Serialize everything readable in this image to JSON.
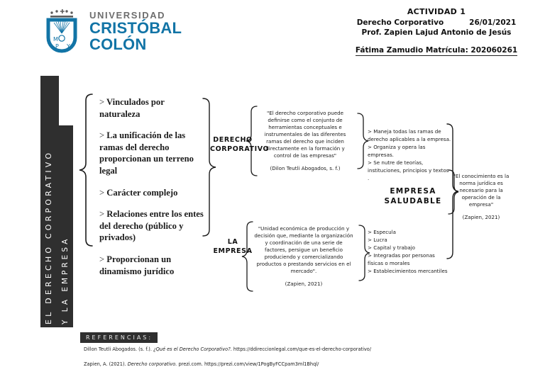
{
  "logo": {
    "line1": "UNIVERSIDAD",
    "line2": "CRISTÓBAL",
    "line3": "COLÓN",
    "mark_letters": [
      "M",
      "P",
      "Y"
    ],
    "brand_color": "#1274a6",
    "gray_color": "#6e6e6e"
  },
  "header": {
    "activity": "ACTIVIDAD 1",
    "course": "Derecho Corporativo",
    "date": "26/01/2021",
    "professor": "Prof. Zapien Lajud Antonio de Jesús",
    "student": "Fátima Zamudio  Matrícula: 202060261"
  },
  "sidebar": {
    "line1": "EL DERECHO CORPORATIVO",
    "line2": "Y LA EMPRESA",
    "background": "#2f2f2f",
    "text_color": "#ffffff"
  },
  "left_list": {
    "marker": ">",
    "items": [
      "Vinculados por naturaleza",
      "La unificación de las ramas del derecho proporcionan un terreno legal",
      "Carácter complejo",
      "Relaciones entre los entes del derecho (público y privados)",
      "Proporcionan un dinamismo jurídico"
    ]
  },
  "nodes": {
    "derecho_corporativo": {
      "label": "DERECHO\nCORPORATIVO",
      "quote": "\"El derecho corporativo puede definirse como el conjunto de herramientas conceptuales e instrumentales de las diferentes ramas del derecho que inciden directamente en la formación y control de las empresas\"",
      "citation": "(Dilon Teutli Abogados, s. f.)",
      "bullets": [
        "Maneja todas las ramas de derecho aplicables a la empresa.",
        "Organiza y opera las empresas.",
        "Se nutre de teorías, instituciones, principios y textos ."
      ]
    },
    "la_empresa": {
      "label": "LA\nEMPRESA",
      "quote": "\"Unidad económica de producción y decisión que, mediante la organización y coordinación de una serie de factores, persigue un beneficio produciendo y comercializando productos o prestando servicios en el mercado\".",
      "citation": "(Zapien, 2021)",
      "bullets": [
        "Especula",
        "Lucra",
        "Capital y trabajo",
        "Integradas por personas físicas o morales",
        "Establecimientos mercantiles"
      ]
    },
    "empresa_saludable": {
      "label": "EMPRESA\nSALUDABLE",
      "quote": "\"El conocimiento es la norma jurídica es necesario para la operación de la empresa\"",
      "citation": "(Zapien, 2021)"
    }
  },
  "references": {
    "title": "REFERENCIAS:",
    "entries": [
      {
        "author_year": "Dillon Teutli Abogados. (s. f.).",
        "title_italic": "¿Qué es el Derecho Corporativo?",
        "tail": ". https://ddireccionlegal.com/que-es-el-derecho-corporativo/"
      },
      {
        "author_year": "Zapien, A. (2021).",
        "title_italic": "Derecho corporativo.",
        "tail": " prezi.com. https://prezi.com/view/1PogByFCCpam3ml1Bhql/"
      }
    ]
  }
}
